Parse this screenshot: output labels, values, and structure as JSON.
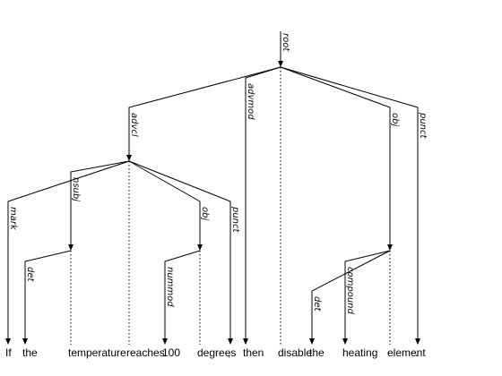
{
  "tokens": [
    "If",
    "the",
    "temperature",
    "reaches",
    "100",
    "degrees",
    ",",
    "then",
    "disable",
    "the",
    "heating",
    "element",
    "."
  ],
  "root_label": "root",
  "edges": [
    {
      "head": 3,
      "dep": 0,
      "label": "mark"
    },
    {
      "head": 2,
      "dep": 1,
      "label": "det"
    },
    {
      "head": 3,
      "dep": 2,
      "label": "nsubj"
    },
    {
      "head": 8,
      "dep": 3,
      "label": "advcl"
    },
    {
      "head": 5,
      "dep": 4,
      "label": "nummod"
    },
    {
      "head": 3,
      "dep": 5,
      "label": "obj"
    },
    {
      "head": 3,
      "dep": 6,
      "label": "punct"
    },
    {
      "head": 8,
      "dep": 7,
      "label": "advmod"
    },
    {
      "head": 11,
      "dep": 9,
      "label": "det"
    },
    {
      "head": 11,
      "dep": 10,
      "label": "compound"
    },
    {
      "head": 8,
      "dep": 11,
      "label": "obj"
    },
    {
      "head": 8,
      "dep": 12,
      "label": "punct"
    }
  ]
}
